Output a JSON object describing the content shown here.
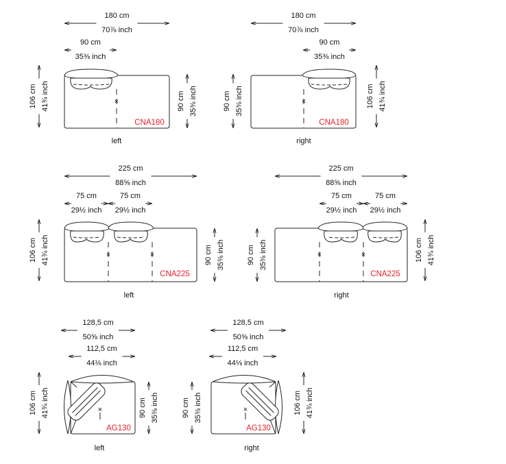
{
  "diagrams": [
    {
      "model": "CNA180",
      "side": "left",
      "total_width": {
        "cm": "180 cm",
        "in": "70⅞ inch"
      },
      "seat_widths": [
        {
          "cm": "90 cm",
          "in": "35⅜ inch"
        }
      ],
      "depth": {
        "cm": "106 cm",
        "in": "41¾ inch"
      },
      "seat_depth": {
        "cm": "90 cm",
        "in": "35⅜ inch"
      }
    },
    {
      "model": "CNA180",
      "side": "right",
      "total_width": {
        "cm": "180 cm",
        "in": "70⅞ inch"
      },
      "seat_widths": [
        {
          "cm": "90 cm",
          "in": "35⅜ inch"
        }
      ],
      "depth": {
        "cm": "106 cm",
        "in": "41¾ inch"
      },
      "seat_depth": {
        "cm": "90 cm",
        "in": "35⅜ inch"
      }
    },
    {
      "model": "CNA225",
      "side": "left",
      "total_width": {
        "cm": "225 cm",
        "in": "88⅝ inch"
      },
      "seat_widths": [
        {
          "cm": "75 cm",
          "in": "29½ inch"
        },
        {
          "cm": "75 cm",
          "in": "29½ inch"
        }
      ],
      "depth": {
        "cm": "106 cm",
        "in": "41¾ inch"
      },
      "seat_depth": {
        "cm": "90 cm",
        "in": "35⅜ inch"
      }
    },
    {
      "model": "CNA225",
      "side": "right",
      "total_width": {
        "cm": "225 cm",
        "in": "88⅝ inch"
      },
      "seat_widths": [
        {
          "cm": "75 cm",
          "in": "29½ inch"
        },
        {
          "cm": "75 cm",
          "in": "29½ inch"
        }
      ],
      "depth": {
        "cm": "106 cm",
        "in": "41¾ inch"
      },
      "seat_depth": {
        "cm": "90 cm",
        "in": "35⅜ inch"
      }
    },
    {
      "model": "AG130",
      "side": "left",
      "total_width": {
        "cm": "128,5 cm",
        "in": "50⅝ inch"
      },
      "seat_widths": [
        {
          "cm": "112,5 cm",
          "in": "44⅛ inch"
        }
      ],
      "depth": {
        "cm": "106 cm",
        "in": "41¾ inch"
      },
      "seat_depth": {
        "cm": "90 cm",
        "in": "35⅜ inch"
      }
    },
    {
      "model": "AG130",
      "side": "right",
      "total_width": {
        "cm": "128,5 cm",
        "in": "50⅝ inch"
      },
      "seat_widths": [
        {
          "cm": "112,5 cm",
          "in": "44⅛ inch"
        }
      ],
      "depth": {
        "cm": "106 cm",
        "in": "41¾ inch"
      },
      "seat_depth": {
        "cm": "90 cm",
        "in": "35⅜ inch"
      }
    }
  ],
  "center_mark": "×",
  "colors": {
    "model_label": "#e8202a",
    "line": "#222222"
  }
}
